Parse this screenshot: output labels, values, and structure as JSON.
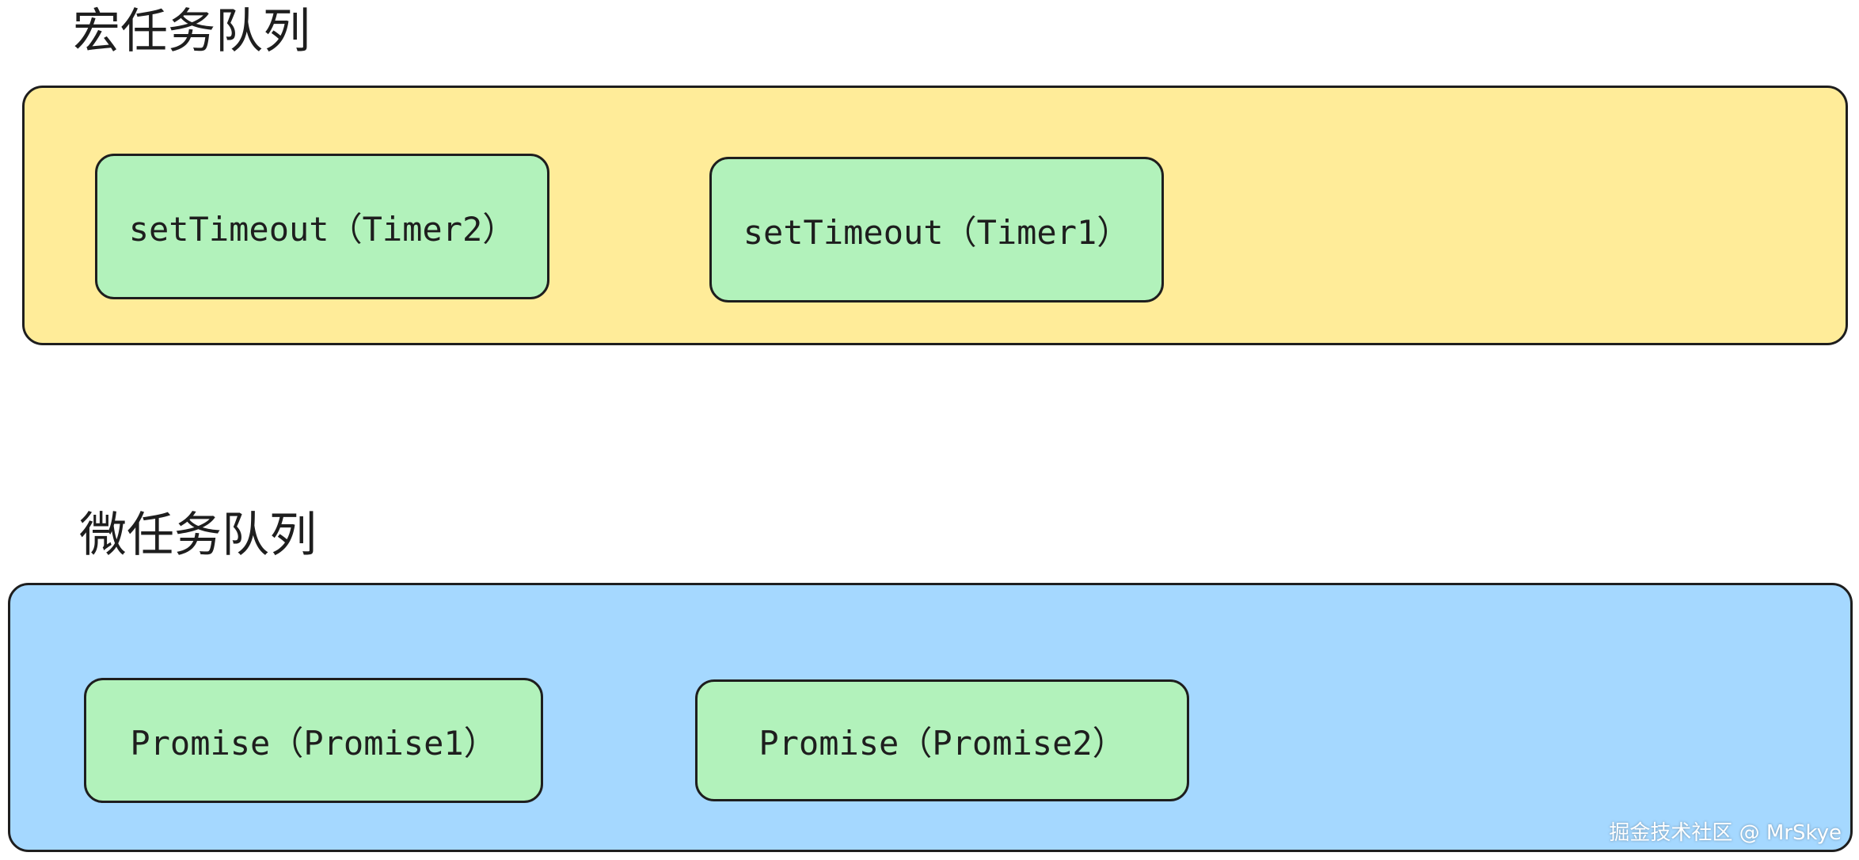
{
  "colors": {
    "macro_fill": "#ffec99",
    "micro_fill": "#a5d8ff",
    "task_fill": "#b2f2bb",
    "stroke": "#1e1e1e"
  },
  "macro_queue": {
    "title": "宏任务队列",
    "tasks": [
      {
        "label": "setTimeout（Timer2）"
      },
      {
        "label": "setTimeout（Timer1）"
      }
    ]
  },
  "micro_queue": {
    "title": "微任务队列",
    "tasks": [
      {
        "label": "Promise（Promise1）"
      },
      {
        "label": "Promise（Promise2）"
      }
    ]
  },
  "watermark": "掘金技术社区 @ MrSkye"
}
